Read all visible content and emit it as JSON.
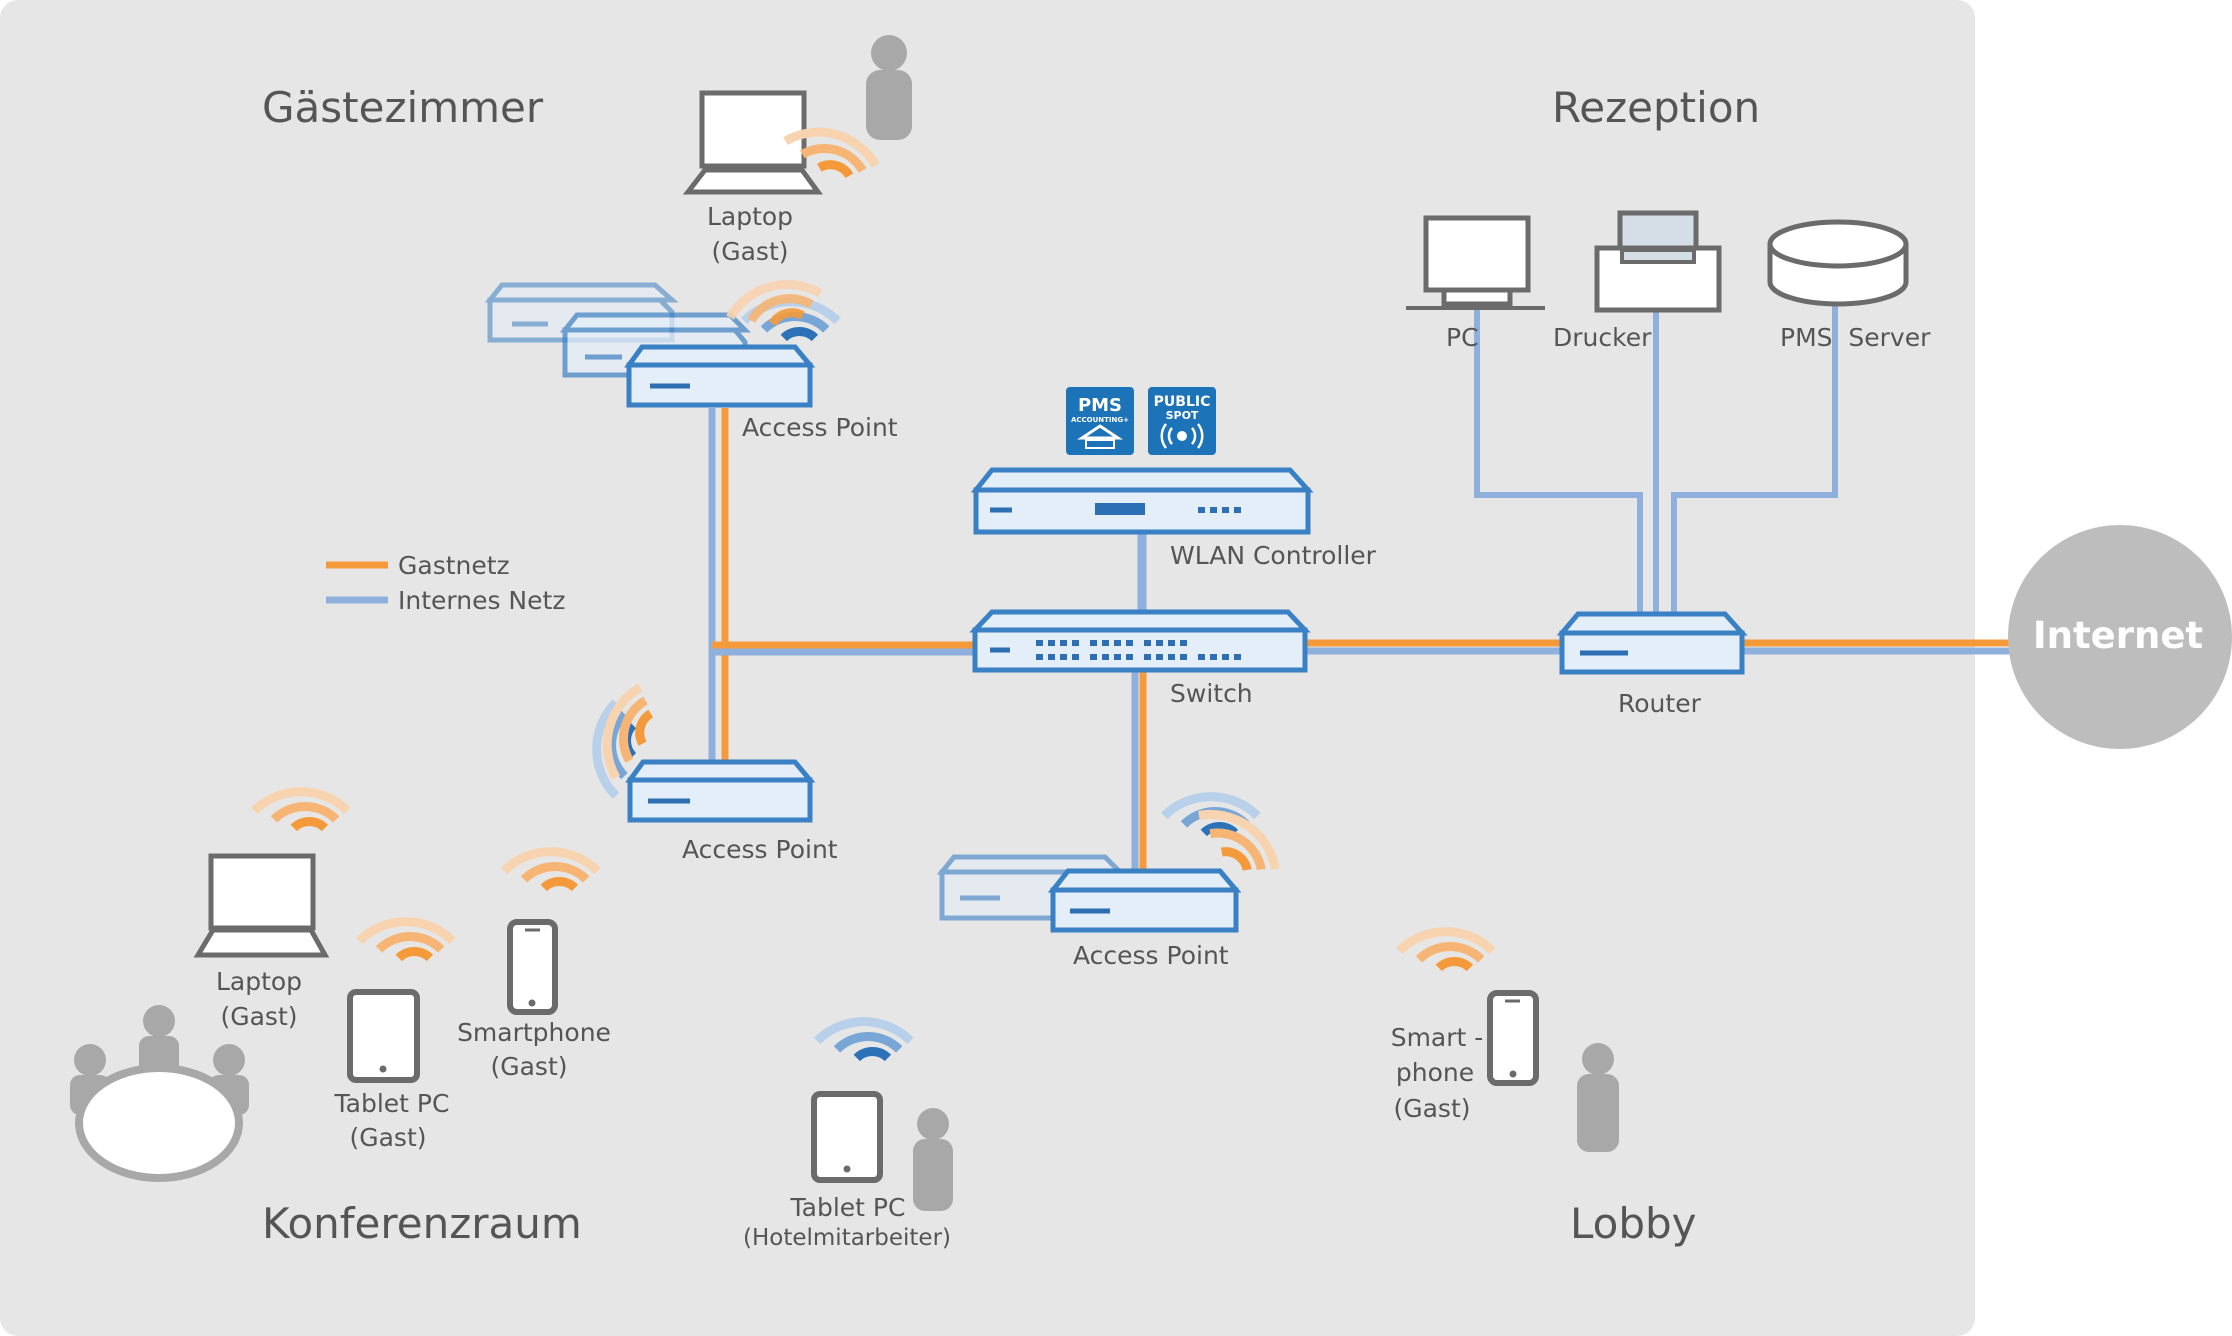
{
  "areas": {
    "guest_rooms": "Gästezimmer",
    "reception": "Rezeption",
    "conference": "Konferenzraum",
    "lobby": "Lobby"
  },
  "legend": {
    "guest_net": "Gastnetz",
    "internal_net": "Internes Netz"
  },
  "devices": {
    "laptop_top": [
      "Laptop",
      "(Gast)"
    ],
    "pc": "PC",
    "printer": "Drucker",
    "server": "PMS  Server",
    "ap_top": "Access Point",
    "wlan_controller": "WLAN Controller",
    "switch": "Switch",
    "router": "Router",
    "internet": "Internet",
    "ap_middle": "Access Point",
    "ap_bottom": "Access Point",
    "laptop_conf": [
      "Laptop",
      "(Gast)"
    ],
    "smartphone_conf": [
      "Smartphone",
      "(Gast)"
    ],
    "tablet_conf": [
      "Tablet PC",
      "(Gast)"
    ],
    "tablet_staff": [
      "Tablet PC",
      "(Hotelmitarbeiter)"
    ],
    "smartphone_lobby": [
      "Smart -",
      "phone",
      "(Gast)"
    ]
  },
  "badges": {
    "pms": [
      "PMS",
      "ACCOUNTING+"
    ],
    "public_spot": [
      "PUBLIC",
      "SPOT"
    ]
  },
  "colors": {
    "panel": "#e6e6e6",
    "guest": "#f59a3a",
    "internal": "#8fb0dd",
    "device_blue": "#3a80c4",
    "device_fill": "#e4eef8",
    "gray_device": "#6b6b6b",
    "person": "#a8a8a8",
    "text": "#555555",
    "area_text": "#555555",
    "internet_circle": "#bdbdbd",
    "badge": "#1d73b8"
  }
}
